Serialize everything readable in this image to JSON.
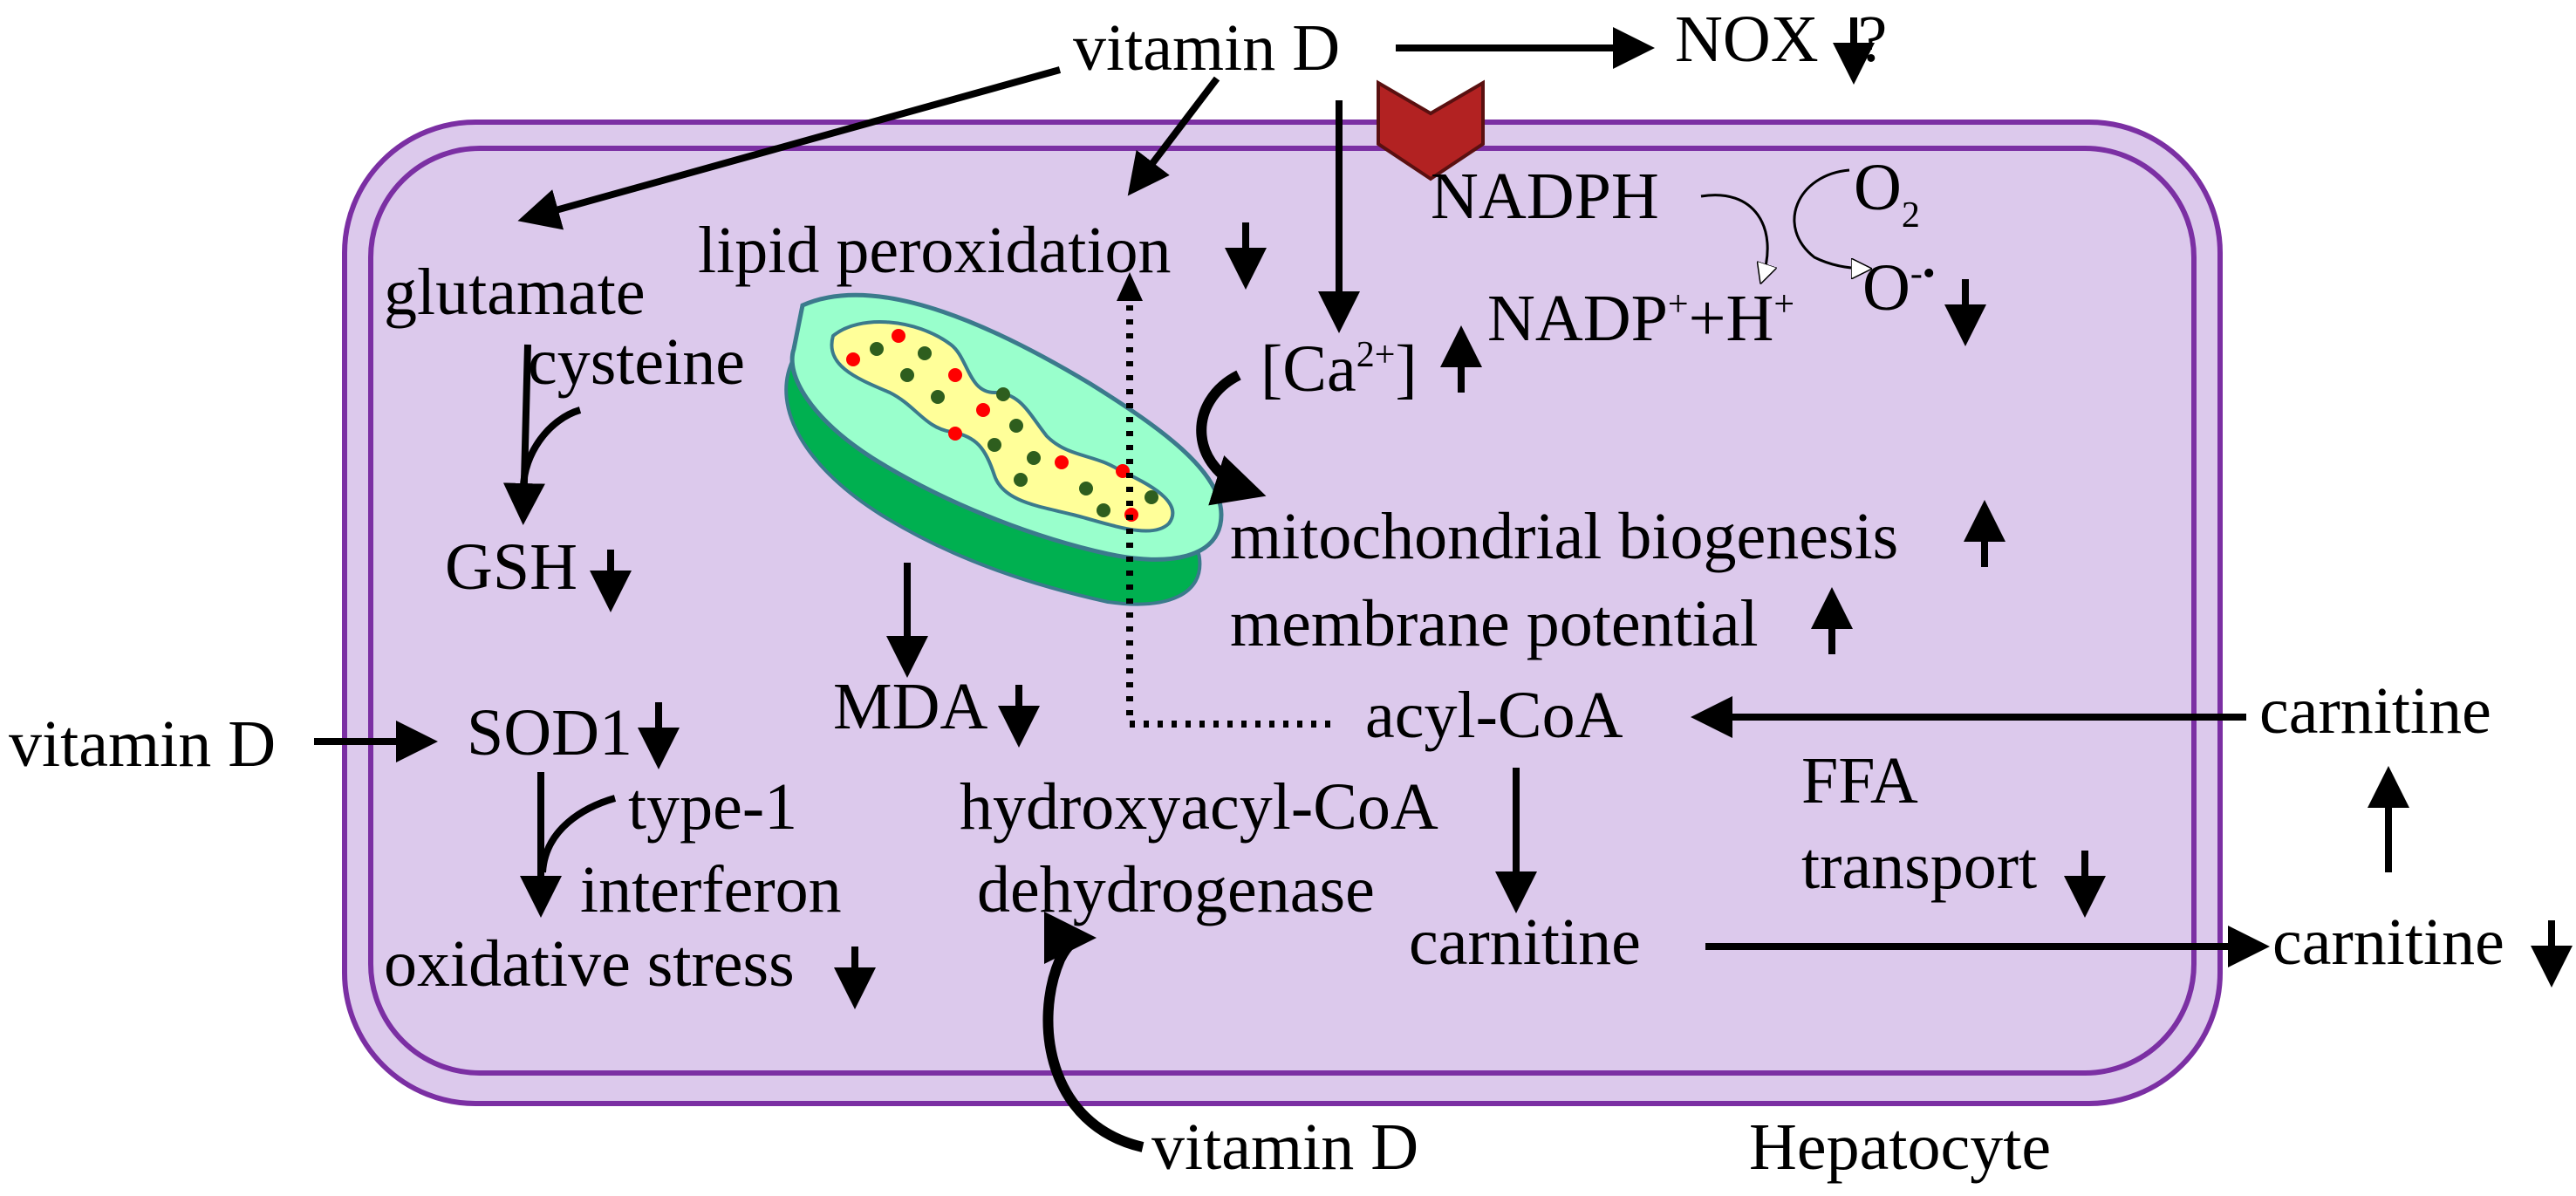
{
  "labels": {
    "vitamin_d_top": "vitamin D",
    "nox": "NOX",
    "nox_question": "?",
    "nadph": "NADPH",
    "o2_base": "O",
    "o2_sub": "2",
    "nadp_base": "NADP",
    "nadp_sup": "+",
    "nadp_plus_h": "+H",
    "h_sup": "+",
    "superoxide_base": "O",
    "superoxide_sup": "-•",
    "ca_open": "[Ca",
    "ca_sup": "2+",
    "ca_close": "]",
    "lipid_peroxidation": "lipid peroxidation",
    "glutamate": "glutamate",
    "cysteine": "cysteine",
    "gsh": "GSH",
    "vitamin_d_left": "vitamin D",
    "sod1": "SOD1",
    "type1": "type-1",
    "interferon": "interferon",
    "oxidative_stress": "oxidative stress",
    "mda": "MDA",
    "hydroxyacyl": "hydroxyacyl-CoA",
    "dehydrogenase": "dehydrogenase",
    "mito_biogenesis": "mitochondrial biogenesis",
    "membrane_potential": "membrane potential",
    "acyl_coa": "acyl-CoA",
    "carnitine_right_top": "carnitine",
    "ffa": "FFA",
    "transport": "transport",
    "carnitine_inner": "carnitine",
    "carnitine_right_bottom": "carnitine",
    "vitamin_d_bottom": "vitamin D",
    "hepatocyte": "Hepatocyte"
  },
  "colors": {
    "cell_fill": "#dcc9ec",
    "cell_border": "#7b2fa3",
    "mito_outer": "#00b050",
    "mito_inner_membrane": "#99ffcc",
    "mito_matrix": "#ffff99",
    "mito_dot_red": "#ff0000",
    "mito_dot_green": "#2e5e1e",
    "nox_fill": "#b22222",
    "text": "#000000"
  }
}
